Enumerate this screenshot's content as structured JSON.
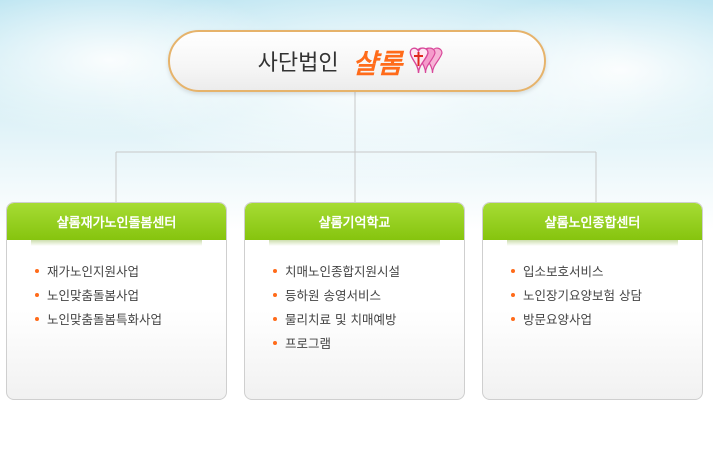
{
  "header": {
    "title_prefix": "사단법인",
    "title_brand": "샬롬"
  },
  "colors": {
    "brand_orange": "#ff6b1a",
    "card_header_green": "#8cc714",
    "heart_pink": "#f06bb4"
  },
  "cards": [
    {
      "title": "샬롬재가노인돌봄센터",
      "items": [
        "재가노인지원사업",
        "노인맞춤돌봄사업",
        "노인맞춤돌봄특화사업"
      ]
    },
    {
      "title": "샬롬기억학교",
      "items": [
        "치매노인종합지원시설",
        "등하원 송영서비스",
        "물리치료 및 치매예방",
        "프로그램"
      ]
    },
    {
      "title": "샬롬노인종합센터",
      "items": [
        "입소보호서비스",
        "노인장기요양보험 상담",
        "방문요양사업"
      ]
    }
  ]
}
